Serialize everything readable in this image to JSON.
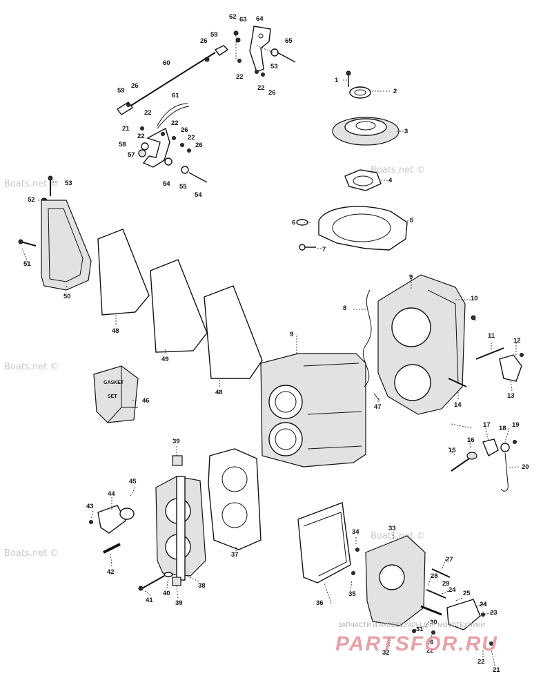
{
  "watermarks": [
    "Boats.net ©",
    "Boats.net ©",
    "Boats.net ©",
    "Boats.net ©",
    "Boats.net ©"
  ],
  "brand": {
    "tagline": "ЗАПЧАСТИ И АКСЕССУАРЫ ДЛЯ МОТОТЕХНИКИ",
    "logo": "PARTSFOR.RU"
  },
  "gasket_box": {
    "line1": "GASKET",
    "line2": "SET"
  },
  "callouts": [
    "62",
    "63",
    "64",
    "59",
    "26",
    "65",
    "60",
    "53",
    "22",
    "22",
    "26",
    "1",
    "2",
    "59",
    "26",
    "61",
    "22",
    "21",
    "22",
    "22",
    "26",
    "22",
    "26",
    "58",
    "57",
    "3",
    "54",
    "55",
    "54",
    "4",
    "53",
    "52",
    "6",
    "5",
    "7",
    "51",
    "50",
    "48",
    "49",
    "48",
    "9",
    "8",
    "9",
    "10",
    "11",
    "12",
    "46",
    "13",
    "47",
    "14",
    "39",
    "45",
    "44",
    "43",
    "42",
    "40",
    "39",
    "41",
    "38",
    "37",
    "17",
    "18",
    "19",
    "16",
    "15",
    "20",
    "34",
    "33",
    "27",
    "28",
    "29",
    "24",
    "25",
    "35",
    "24",
    "23",
    "36",
    "30",
    "31",
    "26",
    "32",
    "22",
    "22",
    "21"
  ]
}
